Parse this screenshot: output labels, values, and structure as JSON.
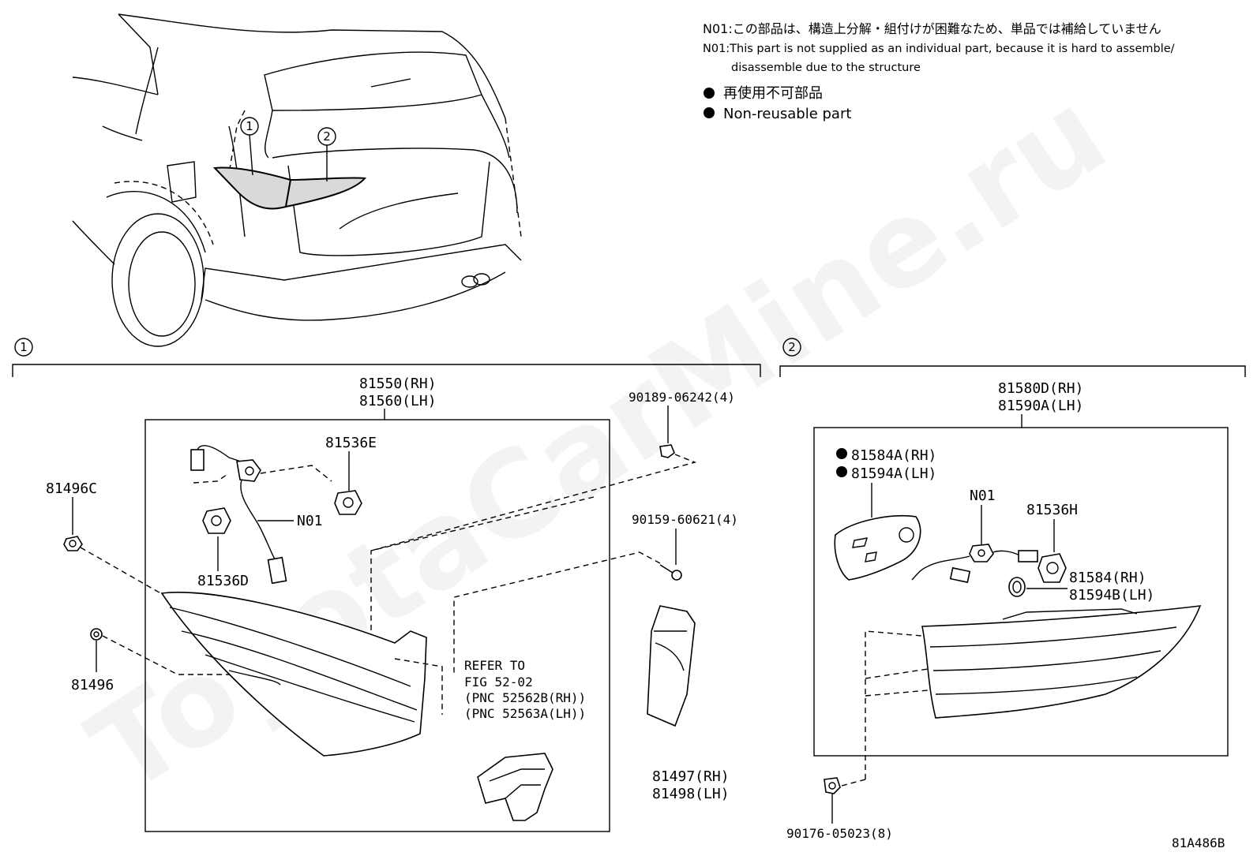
{
  "notes": {
    "n01_ja": "N01:この部品は、構造上分解・組付けが困難なため、単品では補給していません",
    "n01_en_line1": "N01:This part is not supplied as an individual part, because it is hard to assemble/",
    "n01_en_line2": "disassemble due to the structure",
    "legend_ja": "再使用不可部品",
    "legend_en": "Non-reusable part"
  },
  "watermark": "ToyotaCarMine.ru",
  "callouts": {
    "c1": "1",
    "c2": "2"
  },
  "group1": {
    "number": "1",
    "assembly_rh": "81550(RH)",
    "assembly_lh": "81560(LH)",
    "p81496c": "81496C",
    "p81536e": "81536E",
    "p81536d": "81536D",
    "n01": "N01",
    "p81496": "81496",
    "bolt_a": "90189-06242(4)",
    "bolt_b": "90159-60621(4)",
    "refer_1": "REFER TO",
    "refer_2": "FIG 52-02",
    "refer_3": "(PNC 52562B(RH))",
    "refer_4": "(PNC 52563A(LH))",
    "p81497": "81497(RH)",
    "p81498": "81498(LH)"
  },
  "group2": {
    "number": "2",
    "assembly_rh": "81580D(RH)",
    "assembly_lh": "81590A(LH)",
    "p81584a": "81584A(RH)",
    "p81594a": "81594A(LH)",
    "n01": "N01",
    "p81536h": "81536H",
    "p81584": "81584(RH)",
    "p81594b": "81594B(LH)",
    "clip": "90176-05023(8)"
  },
  "figure_code": "81A486B"
}
